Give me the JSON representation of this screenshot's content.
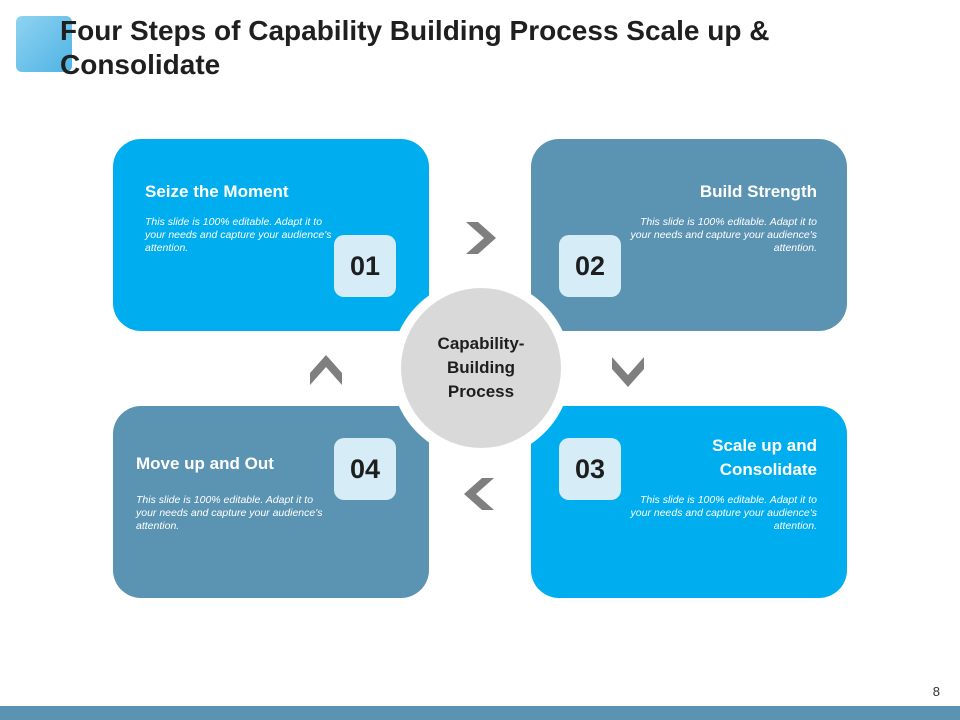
{
  "slide": {
    "title": "Four Steps of Capability Building Process Scale up & Consolidate",
    "page_number": "8"
  },
  "center": {
    "label": "Capability-Building Process"
  },
  "steps": [
    {
      "number": "01",
      "heading": "Seize the Moment",
      "body": "This slide is 100% editable. Adapt it to your needs and capture your audience's attention."
    },
    {
      "number": "02",
      "heading": "Build Strength",
      "body": "This slide is 100% editable. Adapt it to your needs and capture your audience's attention."
    },
    {
      "number": "03",
      "heading": "Scale up and Consolidate",
      "body": "This slide is 100% editable. Adapt it to your needs and capture your audience's attention."
    },
    {
      "number": "04",
      "heading": "Move up and Out",
      "body": "This slide is 100% editable. Adapt it to your needs and capture your audience's attention."
    }
  ],
  "colors": {
    "primary_blue": "#00aeef",
    "steel_blue": "#5b93b3",
    "badge": "#d6ecf7",
    "center_circle": "#d9d9d9",
    "arrow": "#7f7f7f"
  },
  "icons": {
    "arrow_1": "chevron-right-icon",
    "arrow_2": "chevron-down-icon",
    "arrow_3": "chevron-left-icon",
    "arrow_4": "chevron-up-icon"
  }
}
